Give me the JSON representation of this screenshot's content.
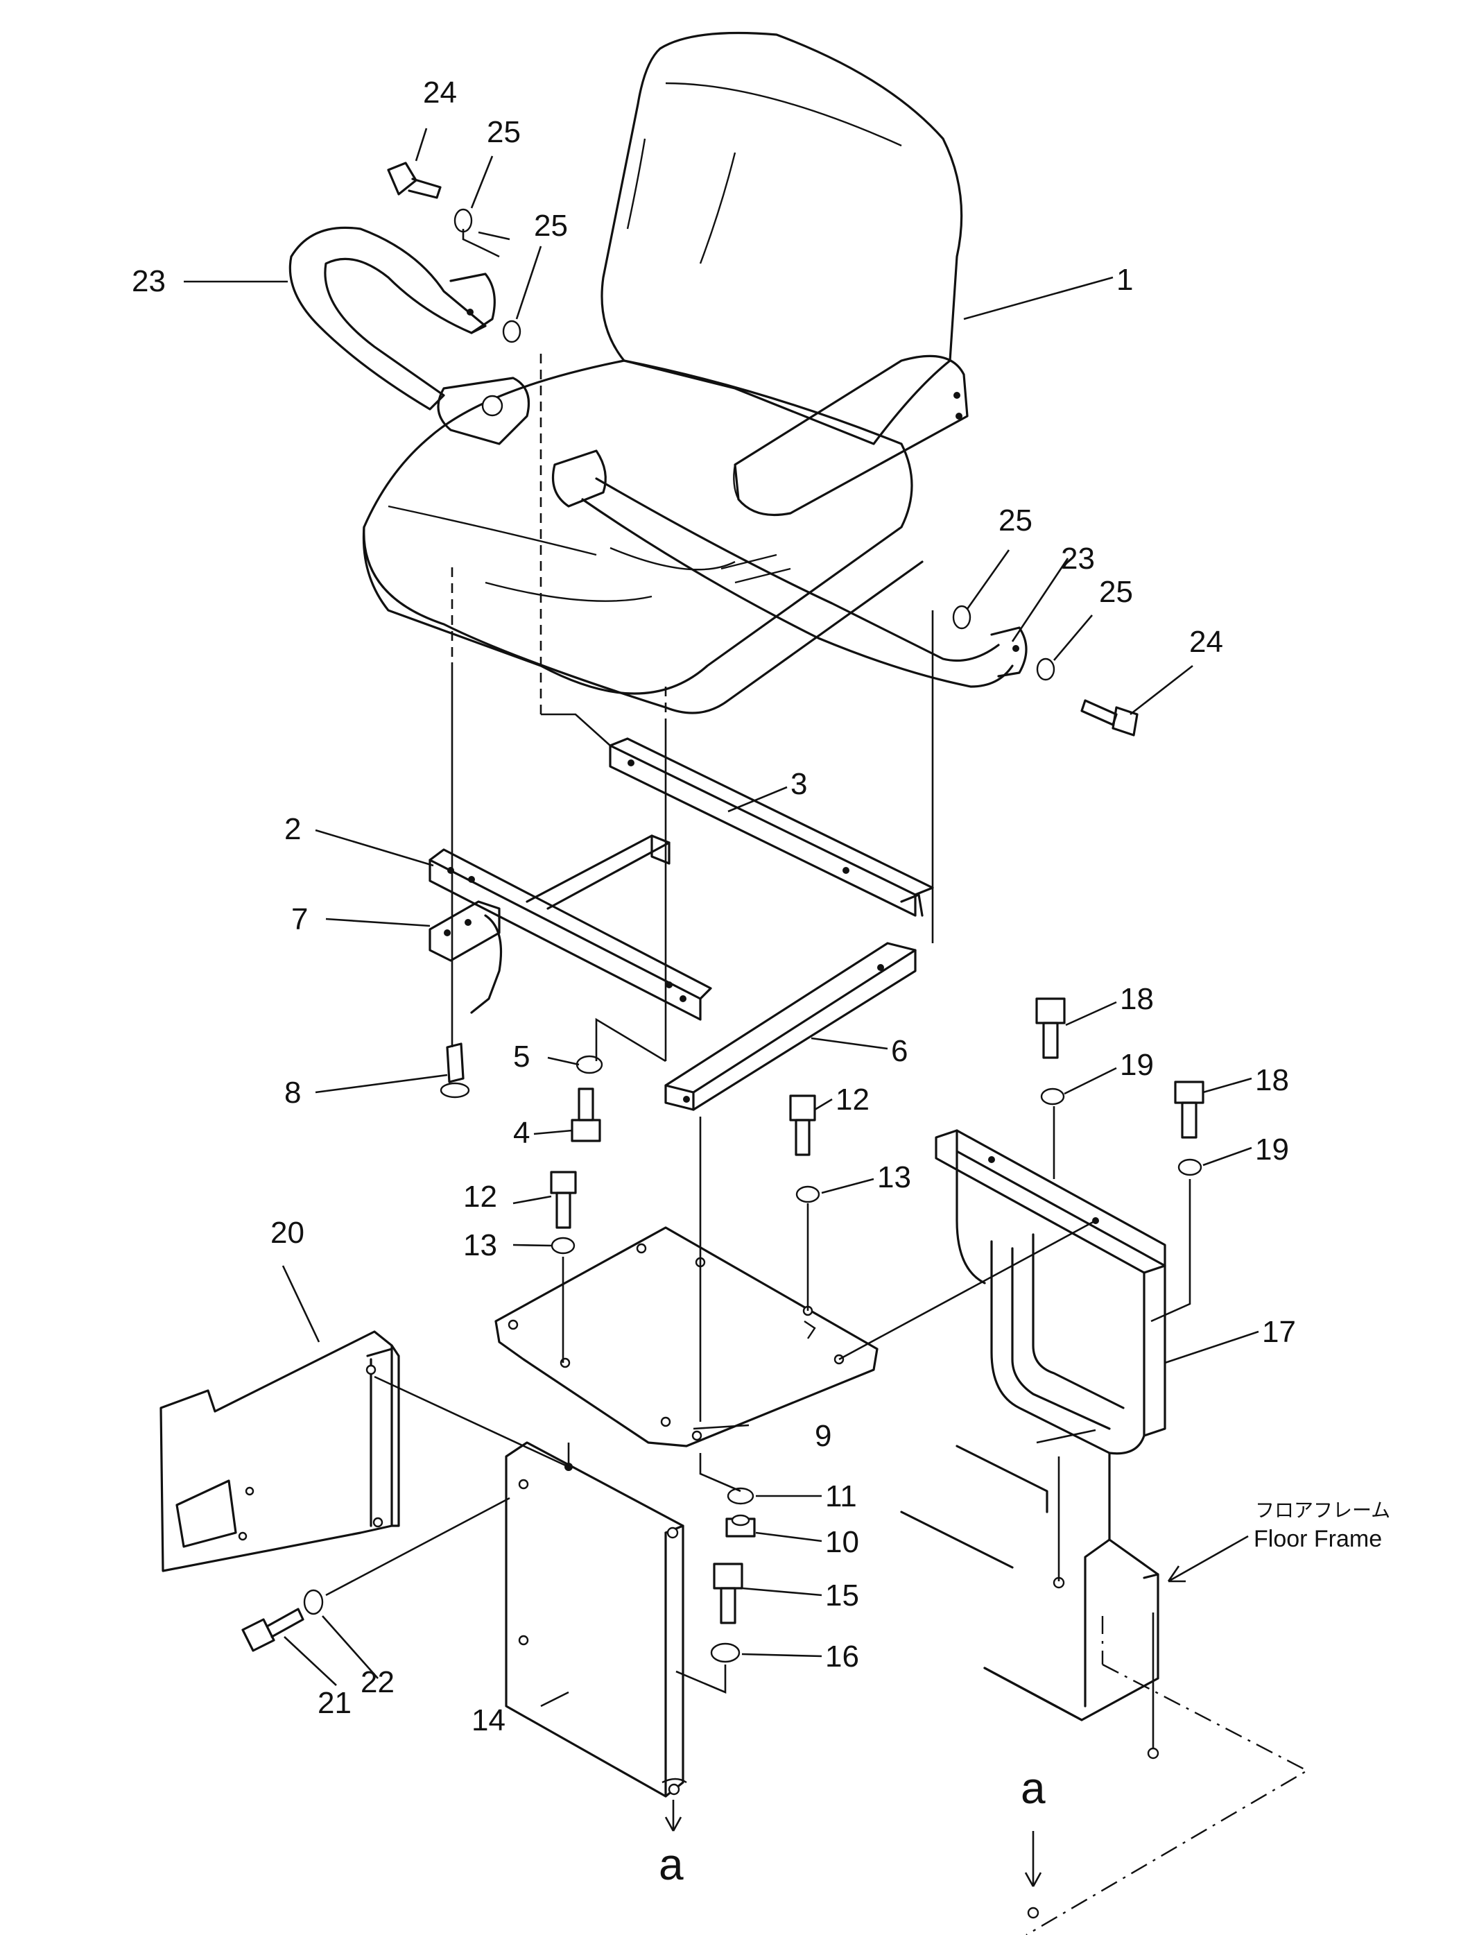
{
  "callouts": {
    "p1": "1",
    "p2": "2",
    "p3": "3",
    "p4": "4",
    "p5": "5",
    "p6": "6",
    "p7": "7",
    "p8": "8",
    "p9": "9",
    "p10": "10",
    "p11": "11",
    "p12a": "12",
    "p12b": "12",
    "p13a": "13",
    "p13b": "13",
    "p14": "14",
    "p15": "15",
    "p16": "16",
    "p17": "17",
    "p18a": "18",
    "p18b": "18",
    "p19a": "19",
    "p19b": "19",
    "p20": "20",
    "p21": "21",
    "p22": "22",
    "p23a": "23",
    "p23b": "23",
    "p24a": "24",
    "p24b": "24",
    "p25a": "25",
    "p25b": "25",
    "p25c": "25",
    "p25d": "25"
  },
  "view_marks": {
    "left": "a",
    "right": "a"
  },
  "floor_frame": {
    "japanese": "フロアフレーム",
    "english": "Floor Frame"
  }
}
